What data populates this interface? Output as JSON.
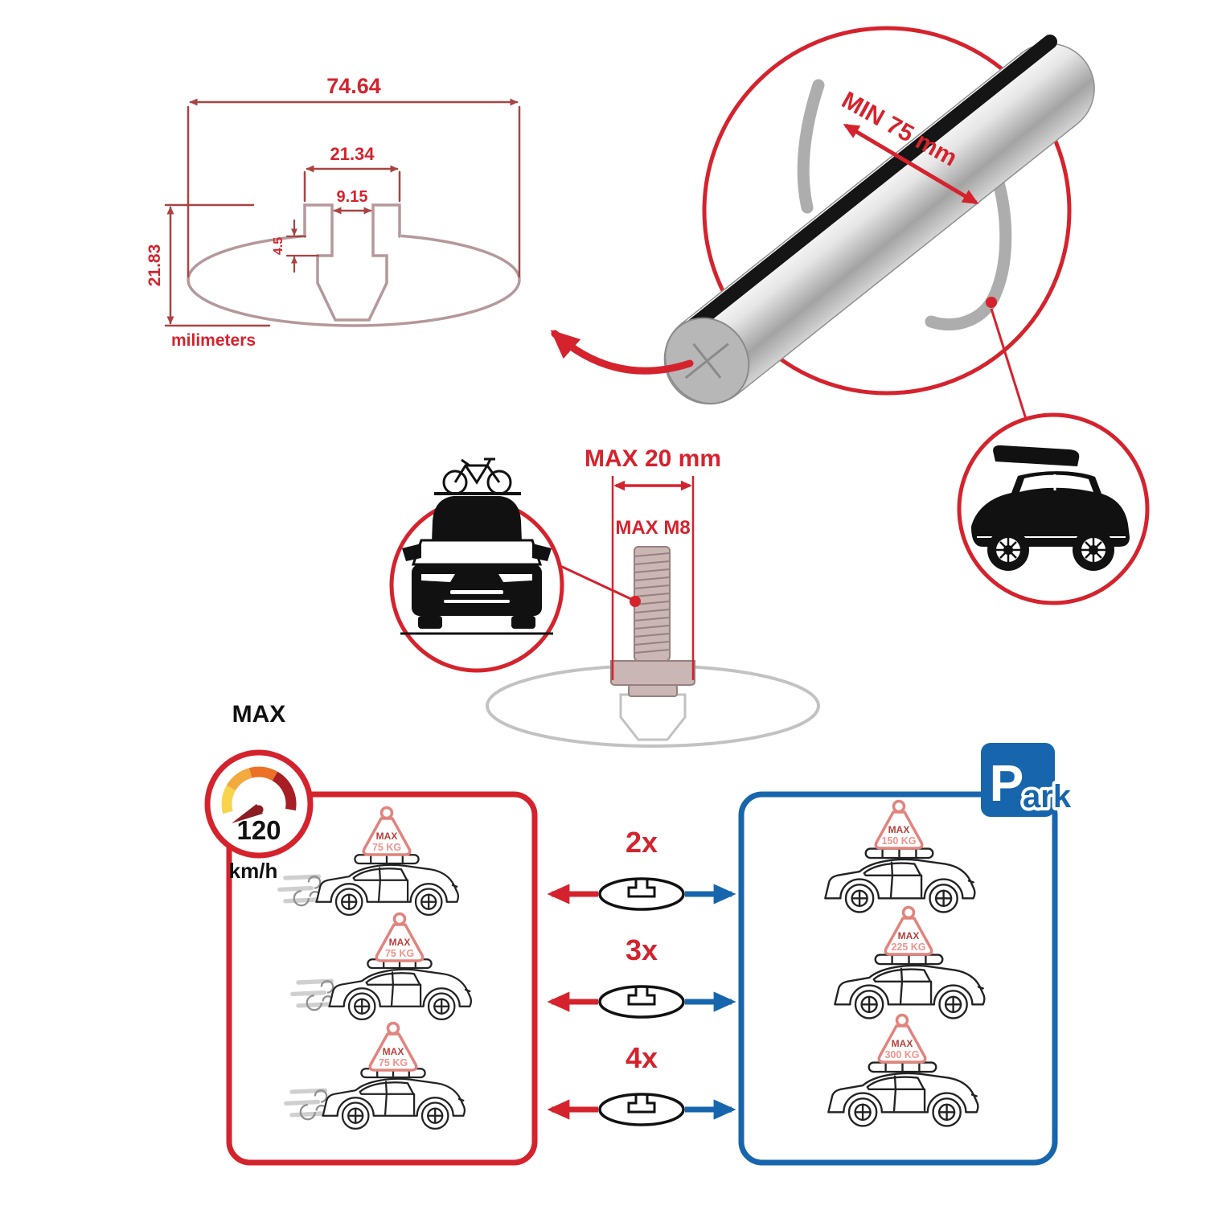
{
  "colors": {
    "accent_red": "#d5232e",
    "accent_blue": "#1766ad",
    "dimension_red": "#a94442"
  },
  "technical_drawing": {
    "total_width": "74.64",
    "slot_outer_width": "21.34",
    "slot_inner_width": "9.15",
    "lip_height": "4.5",
    "total_height": "21.83",
    "unit_label": "milimeters"
  },
  "bar_callout": {
    "min_span": "MIN 75 mm"
  },
  "bolt_callout": {
    "max_width": "MAX 20 mm",
    "max_thread": "MAX M8"
  },
  "speedometer": {
    "label": "MAX",
    "value": "120",
    "unit": "km/h"
  },
  "park_sign": {
    "letter": "P",
    "rest": "ark"
  },
  "multipliers": [
    {
      "label": "2x"
    },
    {
      "label": "3x"
    },
    {
      "label": "4x"
    }
  ],
  "driving_cars": [
    {
      "tag_title": "MAX",
      "tag_weight": "75 KG"
    },
    {
      "tag_title": "MAX",
      "tag_weight": "75 KG"
    },
    {
      "tag_title": "MAX",
      "tag_weight": "75 KG"
    }
  ],
  "parked_cars": [
    {
      "tag_title": "MAX",
      "tag_weight": "150 KG"
    },
    {
      "tag_title": "MAX",
      "tag_weight": "225 KG"
    },
    {
      "tag_title": "MAX",
      "tag_weight": "300 KG"
    }
  ]
}
